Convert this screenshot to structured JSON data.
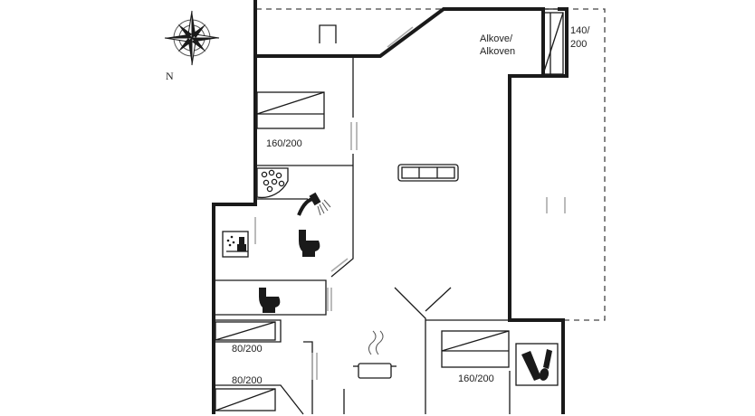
{
  "compass": {
    "north_label": "N"
  },
  "rooms": {
    "bedroom_top": {
      "bed_label": "160/200"
    },
    "alcove": {
      "label_line1": "Alkove/",
      "label_line2": "Alkoven",
      "bed_line1": "140/",
      "bed_line2": "200"
    },
    "bunk_room_1": {
      "bed_label": "80/200"
    },
    "bunk_room_2": {
      "bed_label": "80/200"
    },
    "bedroom_bottom": {
      "bed_label": "160/200"
    }
  },
  "symbols": [
    "compass-icon",
    "sofa-icon",
    "whirlpool-icon",
    "shower-icon",
    "toilet-icon",
    "sauna-icon",
    "stove-icon",
    "utility-icon",
    "fireplace-icon"
  ],
  "colors": {
    "wall": "#1a1a1a",
    "door_swing": "#aaaaaa",
    "dashed_boundary": "#444444"
  }
}
